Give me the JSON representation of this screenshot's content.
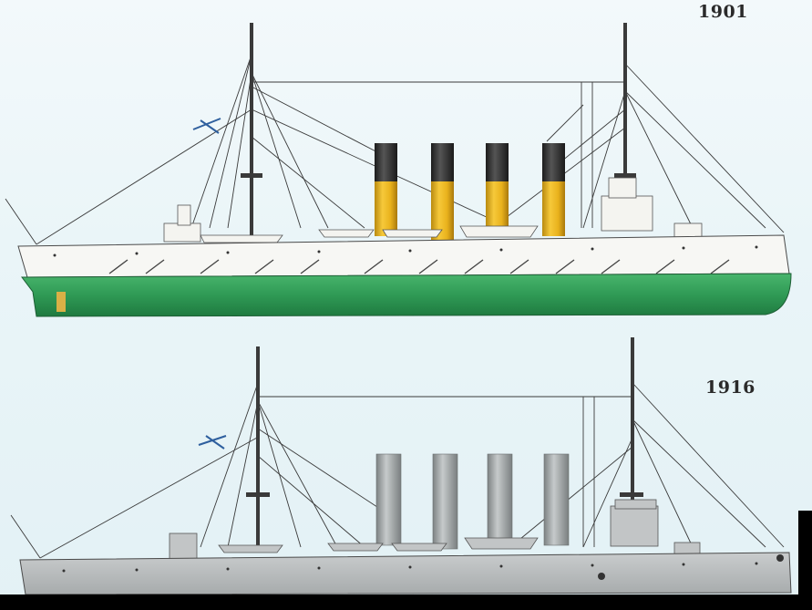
{
  "labels": {
    "top_year": "1901",
    "bottom_year": "1916"
  },
  "colors": {
    "background": "#eaf5f8",
    "hull_white": "#f7f7f4",
    "hull_green": "#2f9a55",
    "funnel_yellow": "#e9b21c",
    "funnel_black": "#2b2b2b",
    "hull_grey": "#b9bcbd",
    "funnel_grey": "#a9adae",
    "rigging": "#3a3a3a"
  },
  "ships": [
    {
      "name": "ship-1901",
      "funnels": 4,
      "masts": 2
    },
    {
      "name": "ship-1916",
      "funnels": 4,
      "masts": 2
    }
  ]
}
